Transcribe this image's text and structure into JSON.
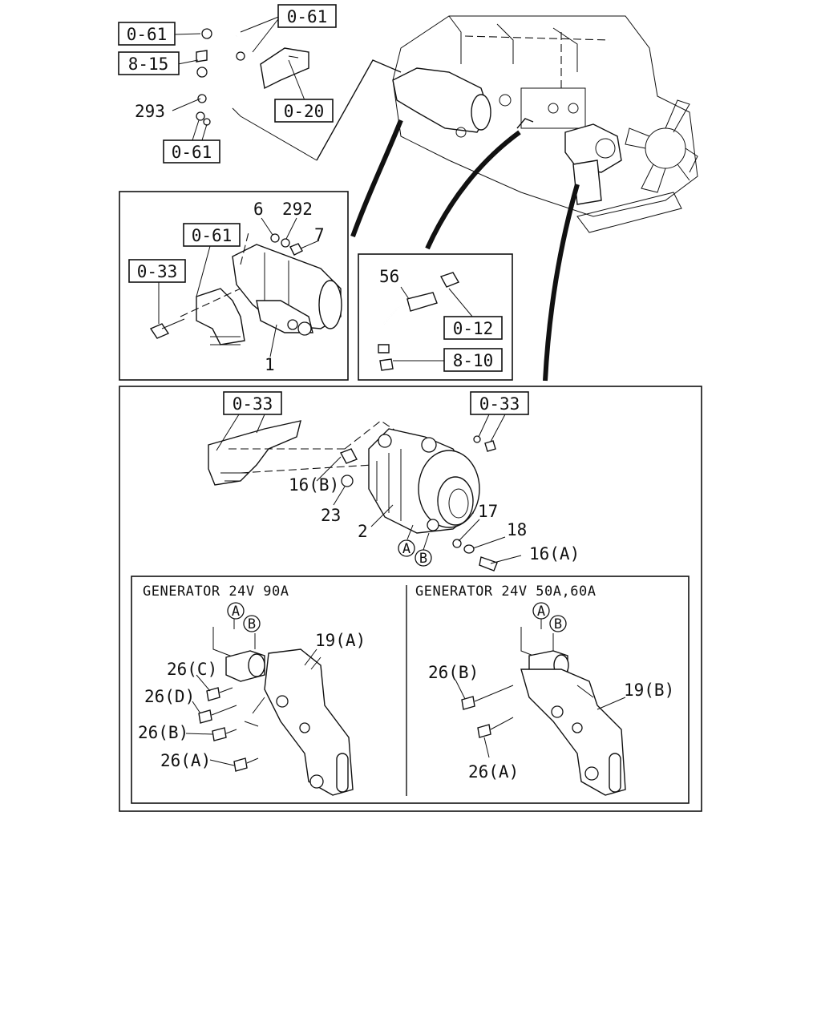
{
  "engine": {
    "refs": {
      "hose_top": "0-61",
      "hose_left": "0-61",
      "hose_plug": "8-15",
      "hose_bracket": "0-20",
      "hose_bottom": "0-61"
    },
    "labels": {
      "washer": "293"
    }
  },
  "starter_panel": {
    "refs": {
      "bracket": "0-61",
      "bolt": "0-33"
    },
    "labels": {
      "washer": "6",
      "lockwasher": "292",
      "nut": "7",
      "starter": "1"
    }
  },
  "sensor_panel": {
    "refs": {
      "connector": "0-12",
      "harness": "8-10"
    },
    "labels": {
      "sensor": "56"
    }
  },
  "generator_panel": {
    "refs": {
      "left_bracket": "0-33",
      "right_bracket": "0-33"
    },
    "labels": {
      "bolt_b": "16(B)",
      "nut": "23",
      "generator": "2",
      "washer": "17",
      "spacer": "18",
      "bolt_a": "16(A)"
    },
    "markers": {
      "a": "A",
      "b": "B"
    }
  },
  "variant_90a": {
    "title": "GENERATOR 24V 90A",
    "labels": {
      "bracket": "19(A)",
      "bolt_c": "26(C)",
      "bolt_d": "26(D)",
      "bolt_b": "26(B)",
      "bolt_a": "26(A)"
    },
    "markers": {
      "a": "A",
      "b": "B"
    }
  },
  "variant_50a60a": {
    "title": "GENERATOR 24V 50A,60A",
    "labels": {
      "bracket": "19(B)",
      "bolt_b": "26(B)",
      "bolt_a": "26(A)"
    },
    "markers": {
      "a": "A",
      "b": "B"
    }
  }
}
